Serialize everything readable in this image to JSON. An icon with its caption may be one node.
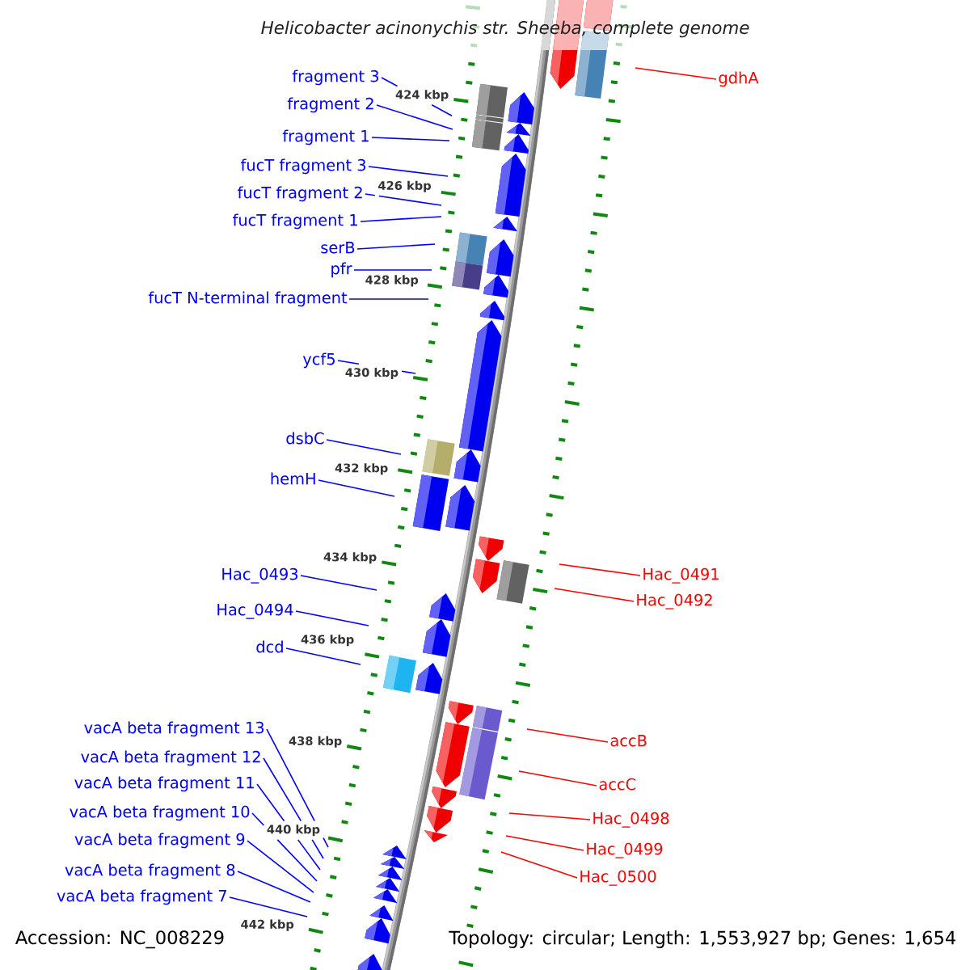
{
  "diagram": {
    "title": "Helicobacter acinonychis str. Sheeba, complete genome",
    "nodes": [
      {
        "text": [
          "fragment 3"
        ]
      },
      {
        "text": [
          "fragment 2"
        ]
      },
      {
        "text": [
          "fragment 1"
        ]
      },
      {
        "text": [
          "fucT fragment 3"
        ]
      },
      {
        "text": [
          "fucT fragment 2"
        ]
      },
      {
        "text": [
          "fucT fragment 1"
        ]
      },
      {
        "text": [
          "serB"
        ]
      },
      {
        "text": [
          "pfr"
        ]
      },
      {
        "text": [
          "fucT N-terminal fragment"
        ]
      },
      {
        "text": [
          "ycf5"
        ]
      },
      {
        "text": [
          "dsbC"
        ]
      },
      {
        "text": [
          "hemH"
        ]
      },
      {
        "text": [
          "Hac_0493"
        ]
      },
      {
        "text": [
          "Hac_0494"
        ]
      },
      {
        "text": [
          "dcd"
        ]
      },
      {
        "text": [
          "vacA beta fragment 13"
        ]
      },
      {
        "text": [
          "vacA beta fragment 12"
        ]
      },
      {
        "text": [
          "vacA beta fragment 11"
        ]
      },
      {
        "text": [
          "vacA beta fragment 10"
        ]
      },
      {
        "text": [
          "vacA beta fragment 9"
        ]
      },
      {
        "text": [
          "vacA beta fragment 8"
        ]
      },
      {
        "text": [
          "vacA beta fragment 7"
        ]
      },
      {
        "text": [
          "gdhA"
        ]
      },
      {
        "text": [
          "Hac_0491"
        ]
      },
      {
        "text": [
          "Hac_0492"
        ]
      },
      {
        "text": [
          "accB"
        ]
      },
      {
        "text": [
          "accC"
        ]
      },
      {
        "text": [
          "Hac_0498"
        ]
      },
      {
        "text": [
          "Hac_0499"
        ]
      },
      {
        "text": [
          "Hac_0500"
        ]
      }
    ],
    "edges": [
      {
        "from": 0,
        "to": null,
        "arrow": "none"
      },
      {
        "from": 1,
        "to": null,
        "arrow": "none"
      },
      {
        "from": 2,
        "to": null,
        "arrow": "none"
      },
      {
        "from": 3,
        "to": null,
        "arrow": "none"
      },
      {
        "from": 4,
        "to": null,
        "arrow": "none"
      },
      {
        "from": 5,
        "to": null,
        "arrow": "none"
      },
      {
        "from": 6,
        "to": null,
        "arrow": "none"
      },
      {
        "from": 7,
        "to": null,
        "arrow": "none"
      },
      {
        "from": 8,
        "to": null,
        "arrow": "none"
      },
      {
        "from": 9,
        "to": null,
        "arrow": "none"
      },
      {
        "from": 10,
        "to": null,
        "arrow": "none"
      },
      {
        "from": 11,
        "to": null,
        "arrow": "none"
      },
      {
        "from": 12,
        "to": null,
        "arrow": "none"
      },
      {
        "from": 13,
        "to": null,
        "arrow": "none"
      },
      {
        "from": 14,
        "to": null,
        "arrow": "none"
      },
      {
        "from": 15,
        "to": null,
        "arrow": "none"
      },
      {
        "from": 16,
        "to": null,
        "arrow": "none"
      },
      {
        "from": 17,
        "to": null,
        "arrow": "none"
      },
      {
        "from": 18,
        "to": null,
        "arrow": "none"
      },
      {
        "from": 19,
        "to": null,
        "arrow": "none"
      },
      {
        "from": 20,
        "to": null,
        "arrow": "none"
      },
      {
        "from": 21,
        "to": null,
        "arrow": "none"
      },
      {
        "from": 22,
        "to": null,
        "arrow": "none",
        "color": "#ff0000"
      },
      {
        "from": 23,
        "to": null,
        "arrow": "none",
        "color": "#ff0000"
      },
      {
        "from": 24,
        "to": null,
        "arrow": "none",
        "color": "#ff0000"
      },
      {
        "from": 25,
        "to": null,
        "arrow": "none",
        "color": "#ff0000"
      },
      {
        "from": 26,
        "to": null,
        "arrow": "none",
        "color": "#ff0000"
      },
      {
        "from": 27,
        "to": null,
        "arrow": "none",
        "color": "#ff0000"
      },
      {
        "from": 28,
        "to": null,
        "arrow": "none",
        "color": "#ff0000"
      },
      {
        "from": 29,
        "to": null,
        "arrow": "none",
        "color": "#ff0000"
      }
    ],
    "labels": [
      "424 kbp",
      "426 kbp",
      "428 kbp",
      "430 kbp",
      "432 kbp",
      "434 kbp",
      "436 kbp",
      "438 kbp",
      "440 kbp",
      "442 kbp",
      "Accession: NC_008229",
      "Topology: circular; Length: 1,553,927 bp; Genes: 1,654"
    ]
  }
}
